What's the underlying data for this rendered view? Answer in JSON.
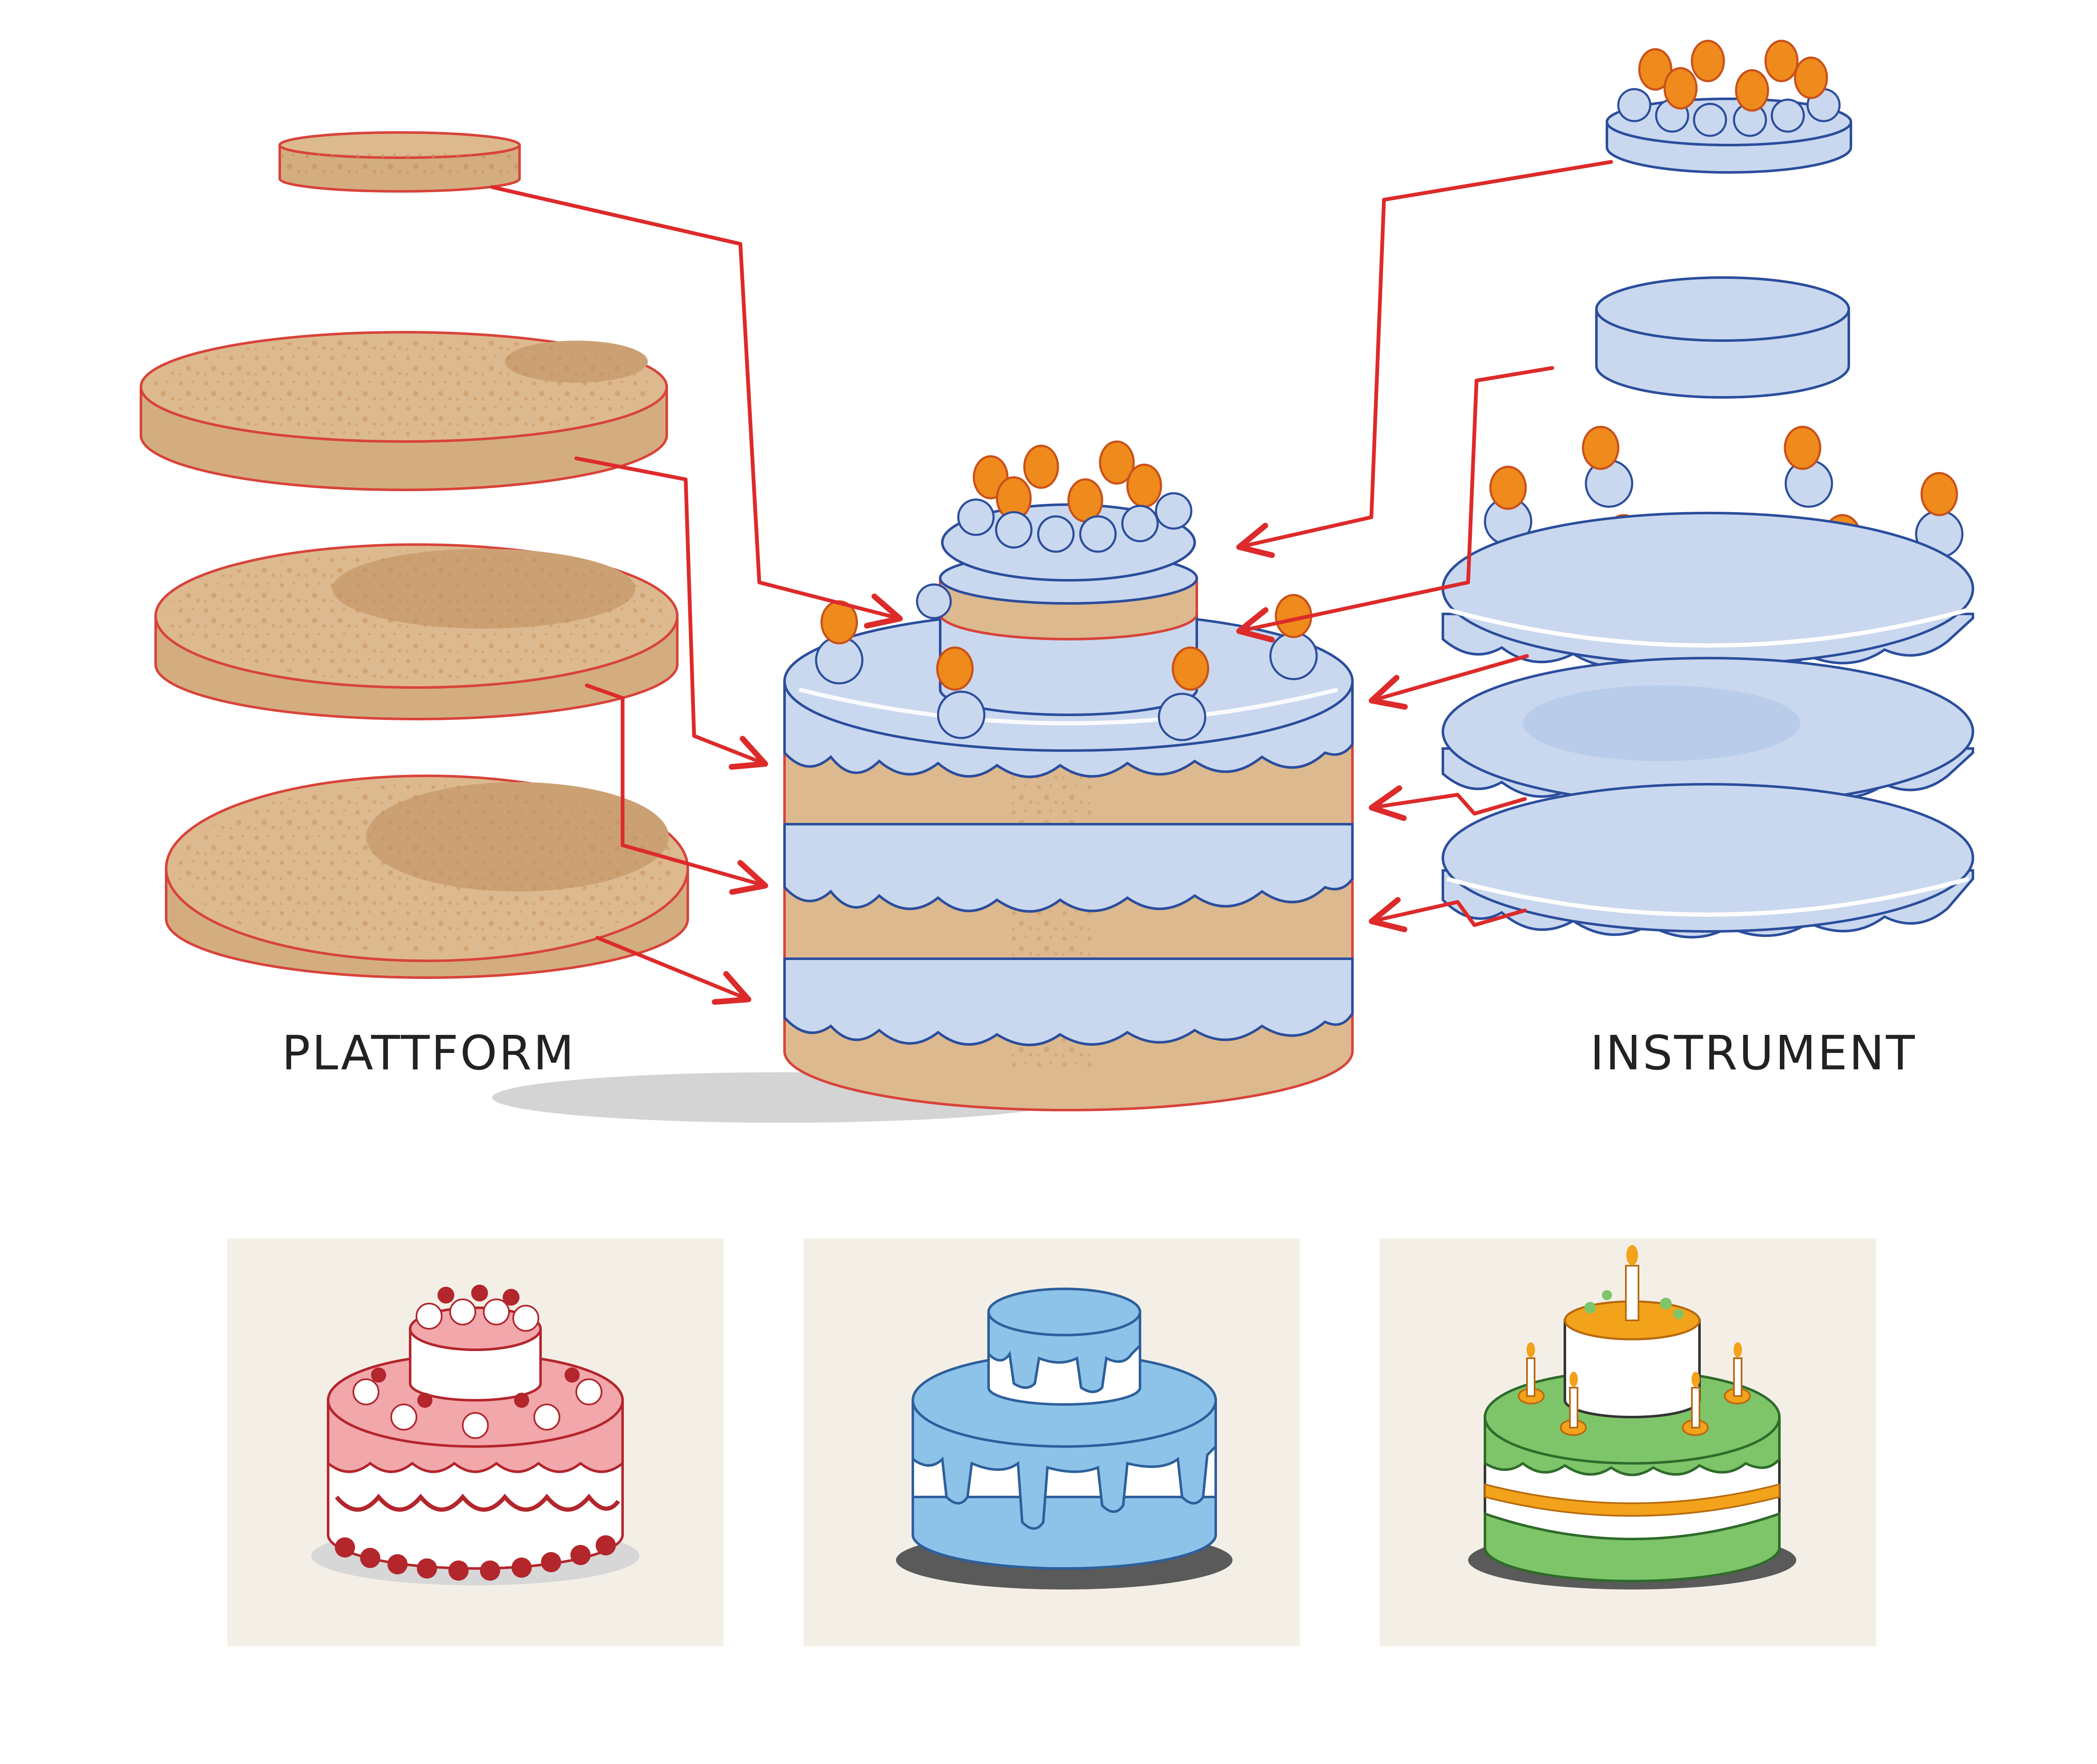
{
  "labels": {
    "left": "PLATTFORM",
    "right": "INSTRUMENT"
  },
  "colors": {
    "sponge": "#dcb98f",
    "sponge_outline": "#d8433a",
    "sponge_dot": "#c58a4e",
    "frosting": "#c9d8ef",
    "frosting_outline": "#2b4d9c",
    "frosting_highlight": "#ffffff",
    "berry": "#ef8a1c",
    "berry_outline": "#c9501a",
    "arrow": "#dd2a2a",
    "thumb_bg": "#f4efe6",
    "text": "#222222"
  },
  "parts": {
    "layers": [
      "sponge-top-small",
      "sponge-large-1",
      "sponge-large-2",
      "sponge-large-3"
    ],
    "frosting": [
      "topper",
      "frosting-puck",
      "frosting-disc-1",
      "frosting-disc-2",
      "frosting-disc-3",
      "rosettes"
    ]
  },
  "examples": [
    {
      "name": "pink-cake",
      "frosting": "#f2a7ab",
      "accent": "#b3262c",
      "base": "#ffffff"
    },
    {
      "name": "blue-cake",
      "frosting": "#8ec3e9",
      "accent": "#2d5f9c",
      "base": "#ffffff"
    },
    {
      "name": "green-cake",
      "frosting": "#7ec56a",
      "accent": "#f3a21c",
      "base": "#ffffff"
    }
  ]
}
